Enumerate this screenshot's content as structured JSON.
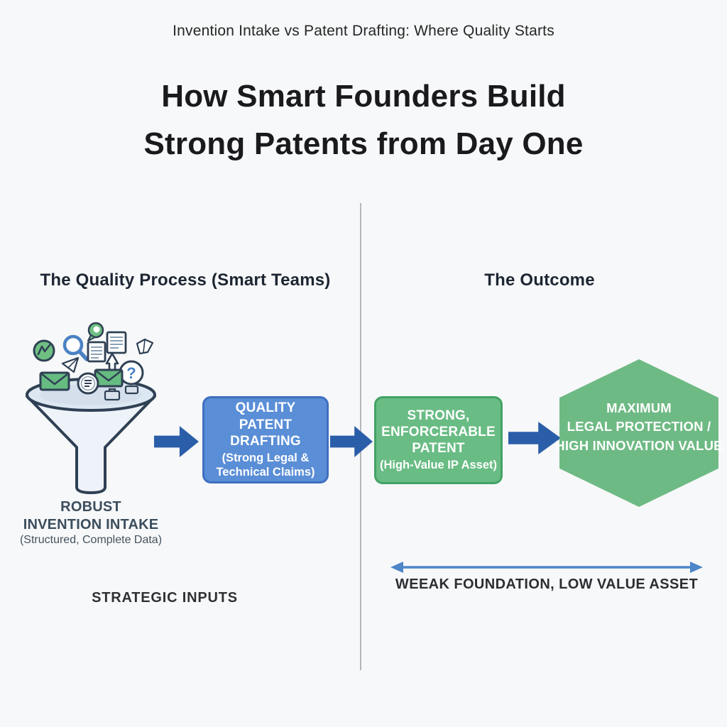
{
  "header": {
    "subtitle": "Invention Intake vs Patent Drafting: Where Quality Starts",
    "title": "How Smart Founders Build\nStrong Patents from Day One"
  },
  "sections": {
    "left_header": "The Quality Process (Smart Teams)",
    "right_header": "The Outcome"
  },
  "process": {
    "intake": {
      "label": "ROBUST\nINVENTION INTAKE",
      "sublabel": "(Structured, Complete Data)",
      "caption": "STRATEGIC INPUTS",
      "funnel_icons": [
        "chart-circle-icon",
        "magnifier-icon",
        "speech-bubble-icon",
        "document-icon",
        "document-icon",
        "folded-map-icon",
        "paper-plane-icon",
        "up-arrow-icon",
        "question-bulb-icon",
        "envelope-icon",
        "envelope-icon",
        "badge-document-icon",
        "briefcase-icon"
      ]
    },
    "drafting_box": {
      "title": "QUALITY\nPATENT\nDRAFTING",
      "subtitle": "(Strong Legal &\nTechnical Claims)",
      "fill": "#5a8ed6",
      "border": "#3f6fc0"
    },
    "patent_box": {
      "title": "STRONG,\nENFORCERABLE\nPATENT",
      "subtitle": "(High-Value IP Asset)",
      "fill": "#69bc84",
      "border": "#43a365"
    },
    "outcome_hexagon": {
      "text": "MAXIMUM\nLEGAL PROTECTION /\nHIGH INNOVATION VALUE",
      "fill": "#6eba84"
    }
  },
  "footer": {
    "axis_label": "WEEAK FOUNDATION, LOW VALUE ASSET"
  },
  "colors": {
    "background": "#f7f8f9",
    "block_arrow": "#2b5ea9",
    "axis_arrow": "#4e86c8",
    "divider": "#b4b7ba",
    "title_text": "#1a1a1c",
    "intake_text": "#3b4d5c"
  }
}
